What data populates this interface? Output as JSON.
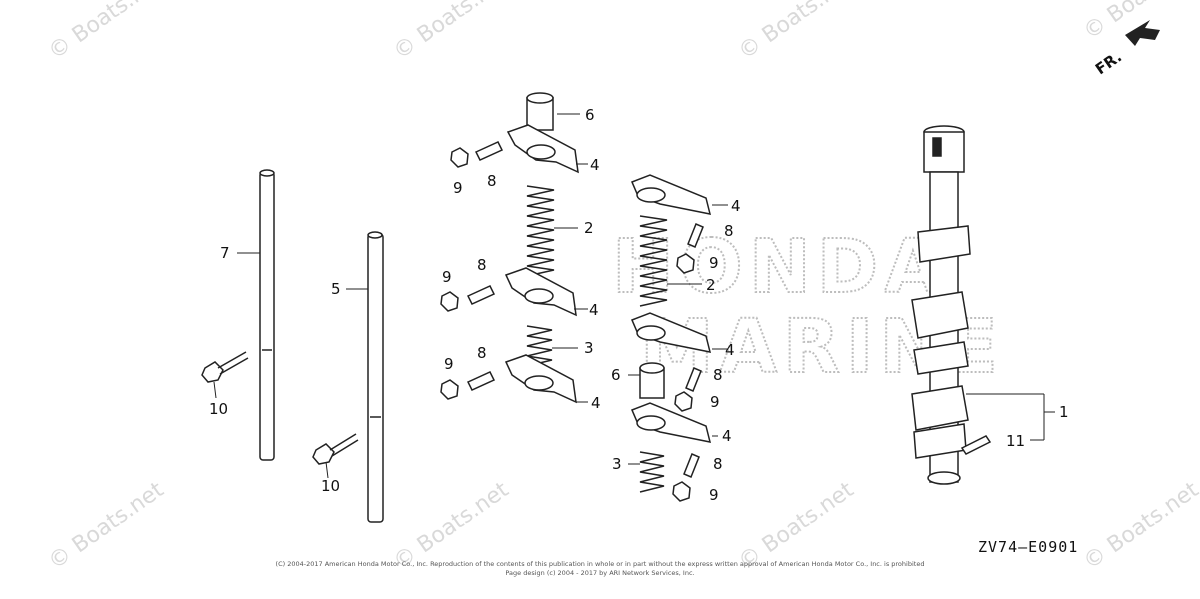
{
  "diagram": {
    "code": "ZV74—E0901",
    "front_marker": "FR.",
    "background_brand": [
      "HONDA",
      "MARINE"
    ],
    "watermark": "© Boats.net",
    "footer_lines": [
      "(C) 2004-2017 American Honda Motor Co., Inc. Reproduction of the contents of this publication in whole or in part without the express written approval of American Honda Motor Co., Inc. is prohibited",
      "Page design (c) 2004 - 2017 by ARI Network Services, Inc."
    ],
    "labels": {
      "l1": "1",
      "l2a": "2",
      "l2b": "2",
      "l3a": "3",
      "l3b": "3",
      "l4a": "4",
      "l4b": "4",
      "l4c": "4",
      "l4d": "4",
      "l4e": "4",
      "l4f": "4",
      "l5": "5",
      "l6a": "6",
      "l6b": "6",
      "l7": "7",
      "l8a": "8",
      "l8b": "8",
      "l8c": "8",
      "l8d": "8",
      "l8e": "8",
      "l8f": "8",
      "l9a": "9",
      "l9b": "9",
      "l9c": "9",
      "l9d": "9",
      "l9e": "9",
      "l9f": "9",
      "l10a": "10",
      "l10b": "10",
      "l11": "11"
    }
  }
}
